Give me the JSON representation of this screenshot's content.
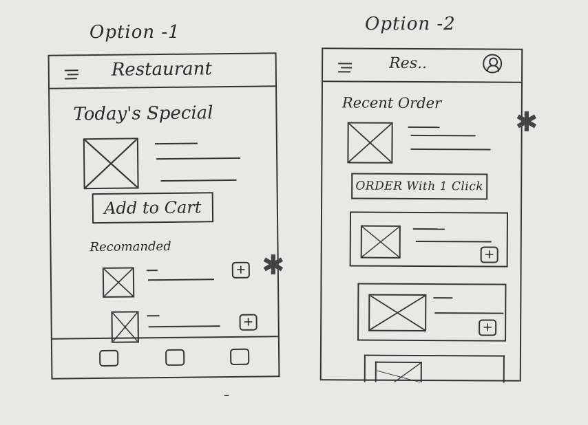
{
  "option1": {
    "title": "Option -1",
    "app_title": "Restaurant",
    "todays_special_heading": "Today's Special",
    "add_to_cart_label": "Add to Cart",
    "recommended_heading": "Recomanded",
    "recommended_items": [
      {
        "action": "+"
      },
      {
        "action": "+"
      }
    ],
    "bottom_nav": [
      "nav-icon-1",
      "nav-icon-2",
      "nav-icon-3"
    ],
    "icons": {
      "menu": "hamburger-menu-icon"
    }
  },
  "option2": {
    "title": "Option -2",
    "app_title": "Res..",
    "recent_order_heading": "Recent Order",
    "order_button_label": "ORDER With 1 Click",
    "cards": [
      {
        "action": "+"
      },
      {
        "action": "+"
      }
    ],
    "icons": {
      "menu": "hamburger-menu-icon",
      "profile": "profile-icon"
    }
  }
}
